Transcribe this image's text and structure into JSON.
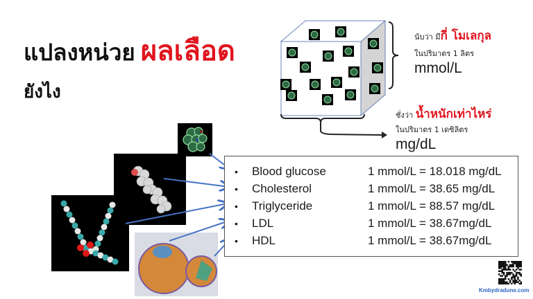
{
  "title": {
    "line1_black": "แปลงหน่วย",
    "line1_red": "ผลเลือด",
    "line2": "ยังไง"
  },
  "cube_notes": {
    "count_prefix": "นับว่า มี",
    "count_red": "กี่ โมเลกุล",
    "count_volume": "ในปริมาตร  1 ลิตร",
    "count_unit": "mmol/L",
    "weight_prefix": "ชั่งว่า ",
    "weight_red": "น้ำหนักเท่าไหร่",
    "weight_volume": "ในปริมาตร  1 เดซิลิตร",
    "weight_unit": "mg/dL"
  },
  "conversions": [
    {
      "name": "Blood glucose",
      "conversion": "1 mmol/L = 18.018 mg/dL"
    },
    {
      "name": "Cholesterol",
      "conversion": "1 mmol/L = 38.65 mg/dL"
    },
    {
      "name": "Triglyceride",
      "conversion": "1 mmol/L = 88.57 mg/dL"
    },
    {
      "name": "LDL",
      "conversion": "1 mmol/L = 38.67mg/dL"
    },
    {
      "name": "HDL",
      "conversion": "1 mmol/L = 38.67mg/dL"
    }
  ],
  "bullet": "•",
  "footer": {
    "site": "Kmbydradune.com"
  },
  "colors": {
    "accent_red": "#e0141e",
    "arrow_blue": "#4472c4",
    "link_blue": "#2a63c4"
  }
}
